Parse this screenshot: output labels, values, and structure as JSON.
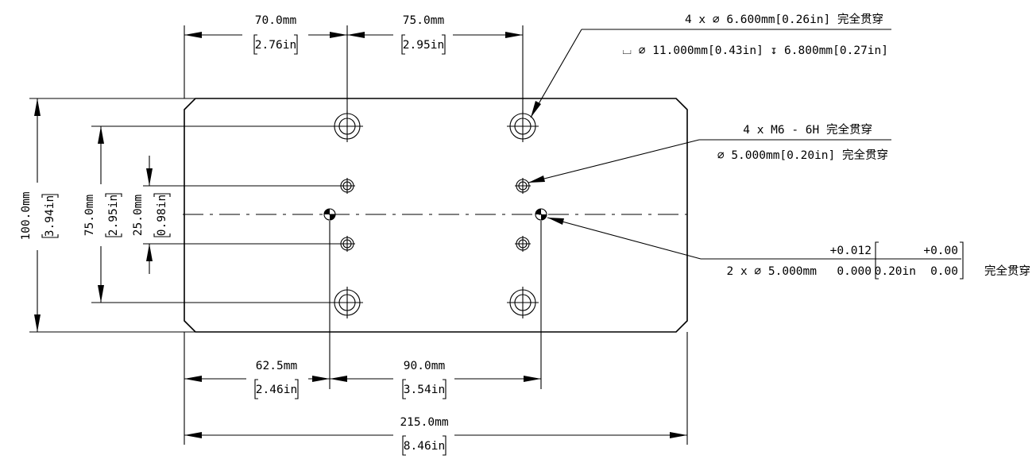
{
  "dimensions": {
    "top_left": {
      "mm": "70.0mm",
      "in": "2.76in"
    },
    "top_middle": {
      "mm": "75.0mm",
      "in": "2.95in"
    },
    "height_overall": {
      "mm": "100.0mm",
      "in": "3.94in"
    },
    "height_outer_holes": {
      "mm": "75.0mm",
      "in": "2.95in"
    },
    "height_inner_holes": {
      "mm": "25.0mm",
      "in": "0.98in"
    },
    "bottom_left": {
      "mm": "62.5mm",
      "in": "2.46in"
    },
    "bottom_middle": {
      "mm": "90.0mm",
      "in": "3.54in"
    },
    "width_overall": {
      "mm": "215.0mm",
      "in": "8.46in"
    }
  },
  "callouts": {
    "counterbore": {
      "line1": "4 x ⌀ 6.600mm[0.26in] 完全贯穿",
      "line2": "⌴ ⌀ 11.000mm[0.43in] ↧ 6.800mm[0.27in]"
    },
    "thread": {
      "line1": "4 x  M6 - 6H 完全贯穿",
      "line2": "⌀ 5.000mm[0.20in] 完全贯穿"
    },
    "dowel": {
      "tol_mm_upper": "+0.012",
      "tol_in_upper": "+0.00",
      "main": "2 x ⌀ 5.000mm",
      "tol_mm_lower": "0.000",
      "in_nominal": "0.20in",
      "tol_in_lower": "0.00",
      "through": "完全贯穿"
    }
  }
}
